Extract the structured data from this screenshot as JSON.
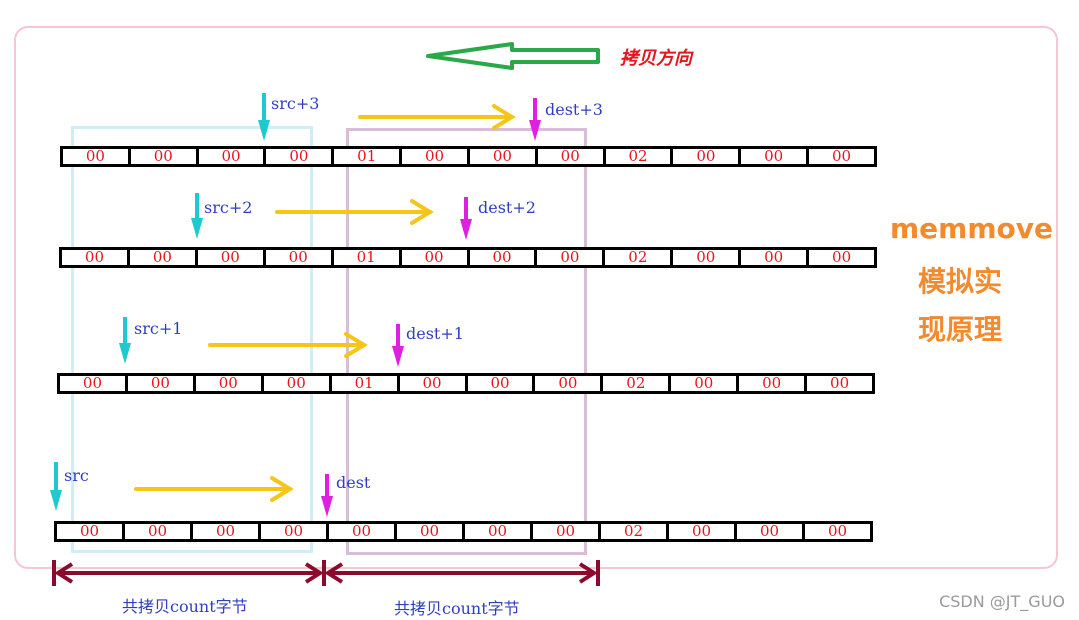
{
  "direction_label": "拷贝方向",
  "title": {
    "line1": "memmove",
    "line2": "模拟实",
    "line3": "现原理"
  },
  "rows": [
    {
      "cells": [
        "00",
        "00",
        "00",
        "00",
        "01",
        "00",
        "00",
        "00",
        "02",
        "00",
        "00",
        "00"
      ],
      "src_label": "src+3",
      "dest_label": "dest+3"
    },
    {
      "cells": [
        "00",
        "00",
        "00",
        "00",
        "01",
        "00",
        "00",
        "00",
        "02",
        "00",
        "00",
        "00"
      ],
      "src_label": "src+2",
      "dest_label": "dest+2"
    },
    {
      "cells": [
        "00",
        "00",
        "00",
        "00",
        "01",
        "00",
        "00",
        "00",
        "02",
        "00",
        "00",
        "00"
      ],
      "src_label": "src+1",
      "dest_label": "dest+1"
    },
    {
      "cells": [
        "00",
        "00",
        "00",
        "00",
        "00",
        "00",
        "00",
        "00",
        "02",
        "00",
        "00",
        "00"
      ],
      "src_label": "src",
      "dest_label": "dest"
    }
  ],
  "count_labels": [
    "共拷贝count字节",
    "共拷贝count字节"
  ],
  "watermark": "CSDN @JT_GUO",
  "colors": {
    "direction_arrow": "#2aa84a",
    "copy_arrow": "#f5c518",
    "src_pointer": "#20c9cf",
    "dest_pointer": "#e020e0",
    "bracket": "#8b0a2e"
  }
}
